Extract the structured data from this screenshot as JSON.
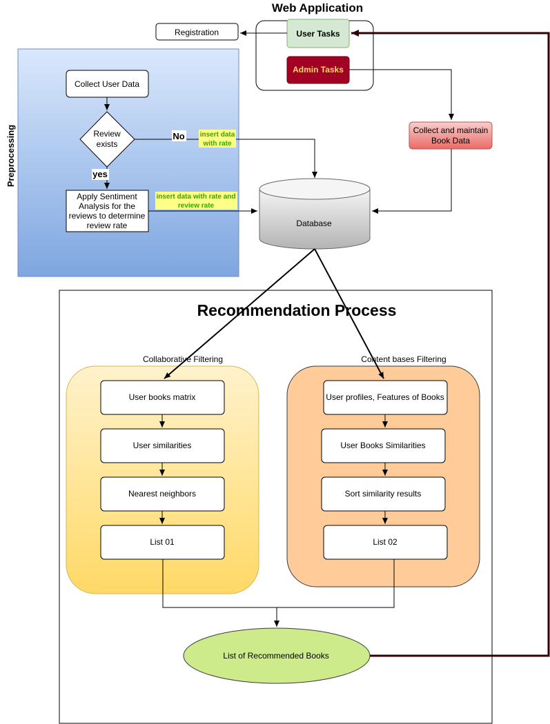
{
  "web_app": {
    "title": "Web Application",
    "user_tasks": "User Tasks",
    "admin_tasks": "Admin Tasks"
  },
  "registration": "Registration",
  "preprocessing": {
    "title": "Preprocessing",
    "collect_user_data": "Collect User Data",
    "review_exists": [
      "Review",
      "exists"
    ],
    "no_label": "No",
    "yes_label": "yes",
    "insert_rate": [
      "insert data",
      "with rate"
    ],
    "apply_sentiment": [
      "Apply Sentiment",
      "Analysis for the",
      "reviews to determine",
      "review rate"
    ],
    "insert_rate_review": [
      "insert data with rate and",
      "review rate"
    ]
  },
  "collect_book": [
    "Collect and maintain",
    "Book Data"
  ],
  "database": "Database",
  "recommendation": {
    "title": "Recommendation Process",
    "collaborative": {
      "title": "Collaborative Filtering",
      "steps": [
        "User books matrix",
        "User similarities",
        "Nearest neighbors",
        "List 01"
      ]
    },
    "content": {
      "title": "Content bases Filtering",
      "steps": [
        "User profiles, Features of Books",
        "User Books Similarities",
        "Sort similarity results",
        "List 02"
      ]
    },
    "result": "List of Recommended Books"
  },
  "colors": {
    "user_tasks_fill": "#d5e8d4",
    "admin_tasks_fill": "#a20025",
    "admin_tasks_text": "#ffd966",
    "book_data_fill": "#f19c99",
    "collab_fill": "#ffe599",
    "content_fill": "#ffcc99",
    "result_fill": "#cdeb8b",
    "feedback_line": "#330000"
  }
}
